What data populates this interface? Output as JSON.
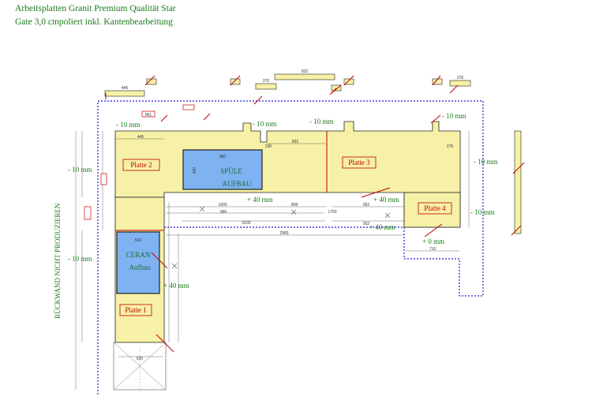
{
  "header": {
    "line1": "Arbeitsplatten Granit Premium Qualität Star",
    "line2": "Gate 3,0 cmpoliert inkl. Kantenbearbeitung"
  },
  "colors": {
    "slab_fill": "#f6f1a6",
    "sink_fill": "#7fb2f0",
    "annotation_green": "#1a7a1a",
    "label_red": "#c00000",
    "wall_blue": "#1a1ad6"
  },
  "plates": {
    "p1": "Platte 1",
    "p2": "Platte 2",
    "p3": "Platte 3",
    "p4": "Platte 4"
  },
  "cutouts": {
    "spuele_line1": "SPÜLE",
    "spuele_line2": "AUFBAU",
    "ceran_line1": "CERAN",
    "ceran_line2": "Aufbau"
  },
  "wall_note": "RÜCKWAND NICHT PRODUZIEREN",
  "offsets": {
    "m10": "- 10 mm",
    "p40": "+ 40 mm",
    "zero": "+ 0 mm"
  },
  "dims": {
    "d445": "445",
    "d832": "832",
    "d270": "270",
    "d276": "276",
    "d230": "230",
    "d960": "960",
    "d400": "400",
    "d1000": "1000",
    "d808": "808",
    "d952": "952",
    "d1750": "1750",
    "d2035": "2035",
    "d2965": "2965",
    "d710": "710",
    "d516": "516",
    "d625": "625",
    "d861": "861"
  }
}
